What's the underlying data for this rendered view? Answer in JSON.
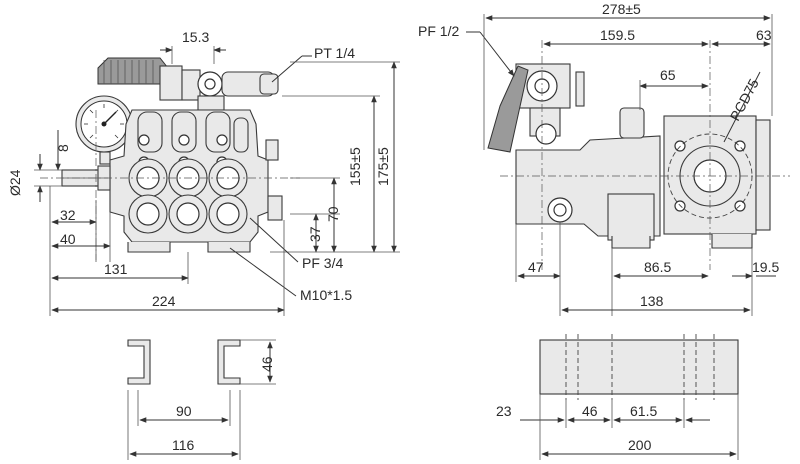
{
  "front_view": {
    "dims": {
      "d_15_3": "15.3",
      "port_pt": "PT 1/4",
      "d_155": "155±5",
      "d_175": "175±5",
      "d_8": "8",
      "d_24": "Ø24",
      "d_32": "32",
      "d_40": "40",
      "d_70": "70",
      "d_37": "37",
      "port_pf34": "PF 3/4",
      "d_131": "131",
      "bolt": "M10*1.5",
      "d_224": "224"
    }
  },
  "side_view": {
    "dims": {
      "port_pf12": "PF 1/2",
      "d_278": "278±5",
      "d_159_5": "159.5",
      "d_63": "63",
      "d_65": "65",
      "pcd": "PCD75",
      "d_47": "47",
      "d_86_5": "86.5",
      "d_19_5": "19.5",
      "d_138": "138"
    }
  },
  "bracket_view": {
    "dims": {
      "d_46_h": "46",
      "d_90": "90",
      "d_116": "116"
    }
  },
  "base_view": {
    "dims": {
      "d_23": "23",
      "d_46": "46",
      "d_61_5": "61.5",
      "d_200": "200"
    }
  }
}
